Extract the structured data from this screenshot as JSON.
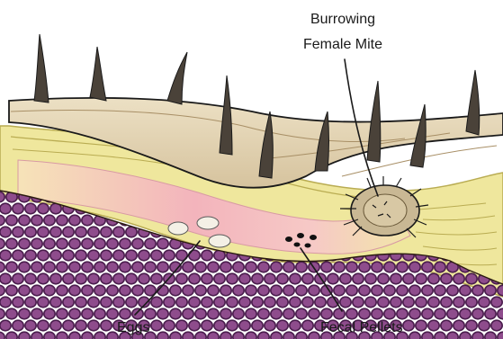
{
  "labels": {
    "mite_line1": "Burrowing",
    "mite_line2": "Female Mite",
    "eggs": "Eggs",
    "pellets": "Fecal Pellets"
  },
  "colors": {
    "outline": "#1a1a1a",
    "stratum_corneum": "#d9c8a4",
    "stratum_corneum_light": "#eadcbc",
    "yellow_layer": "#efe79d",
    "yellow_line": "#b9ac52",
    "burrow_pink": "#f3b9bf",
    "burrow_core": "#f6d6c2",
    "cells_fill": "#8e4c8c",
    "cells_dark": "#4a1d4d",
    "hair": "#4a4239",
    "mite": "#c9b894",
    "eggs": "#f4f0e6",
    "pellets": "#111111"
  }
}
